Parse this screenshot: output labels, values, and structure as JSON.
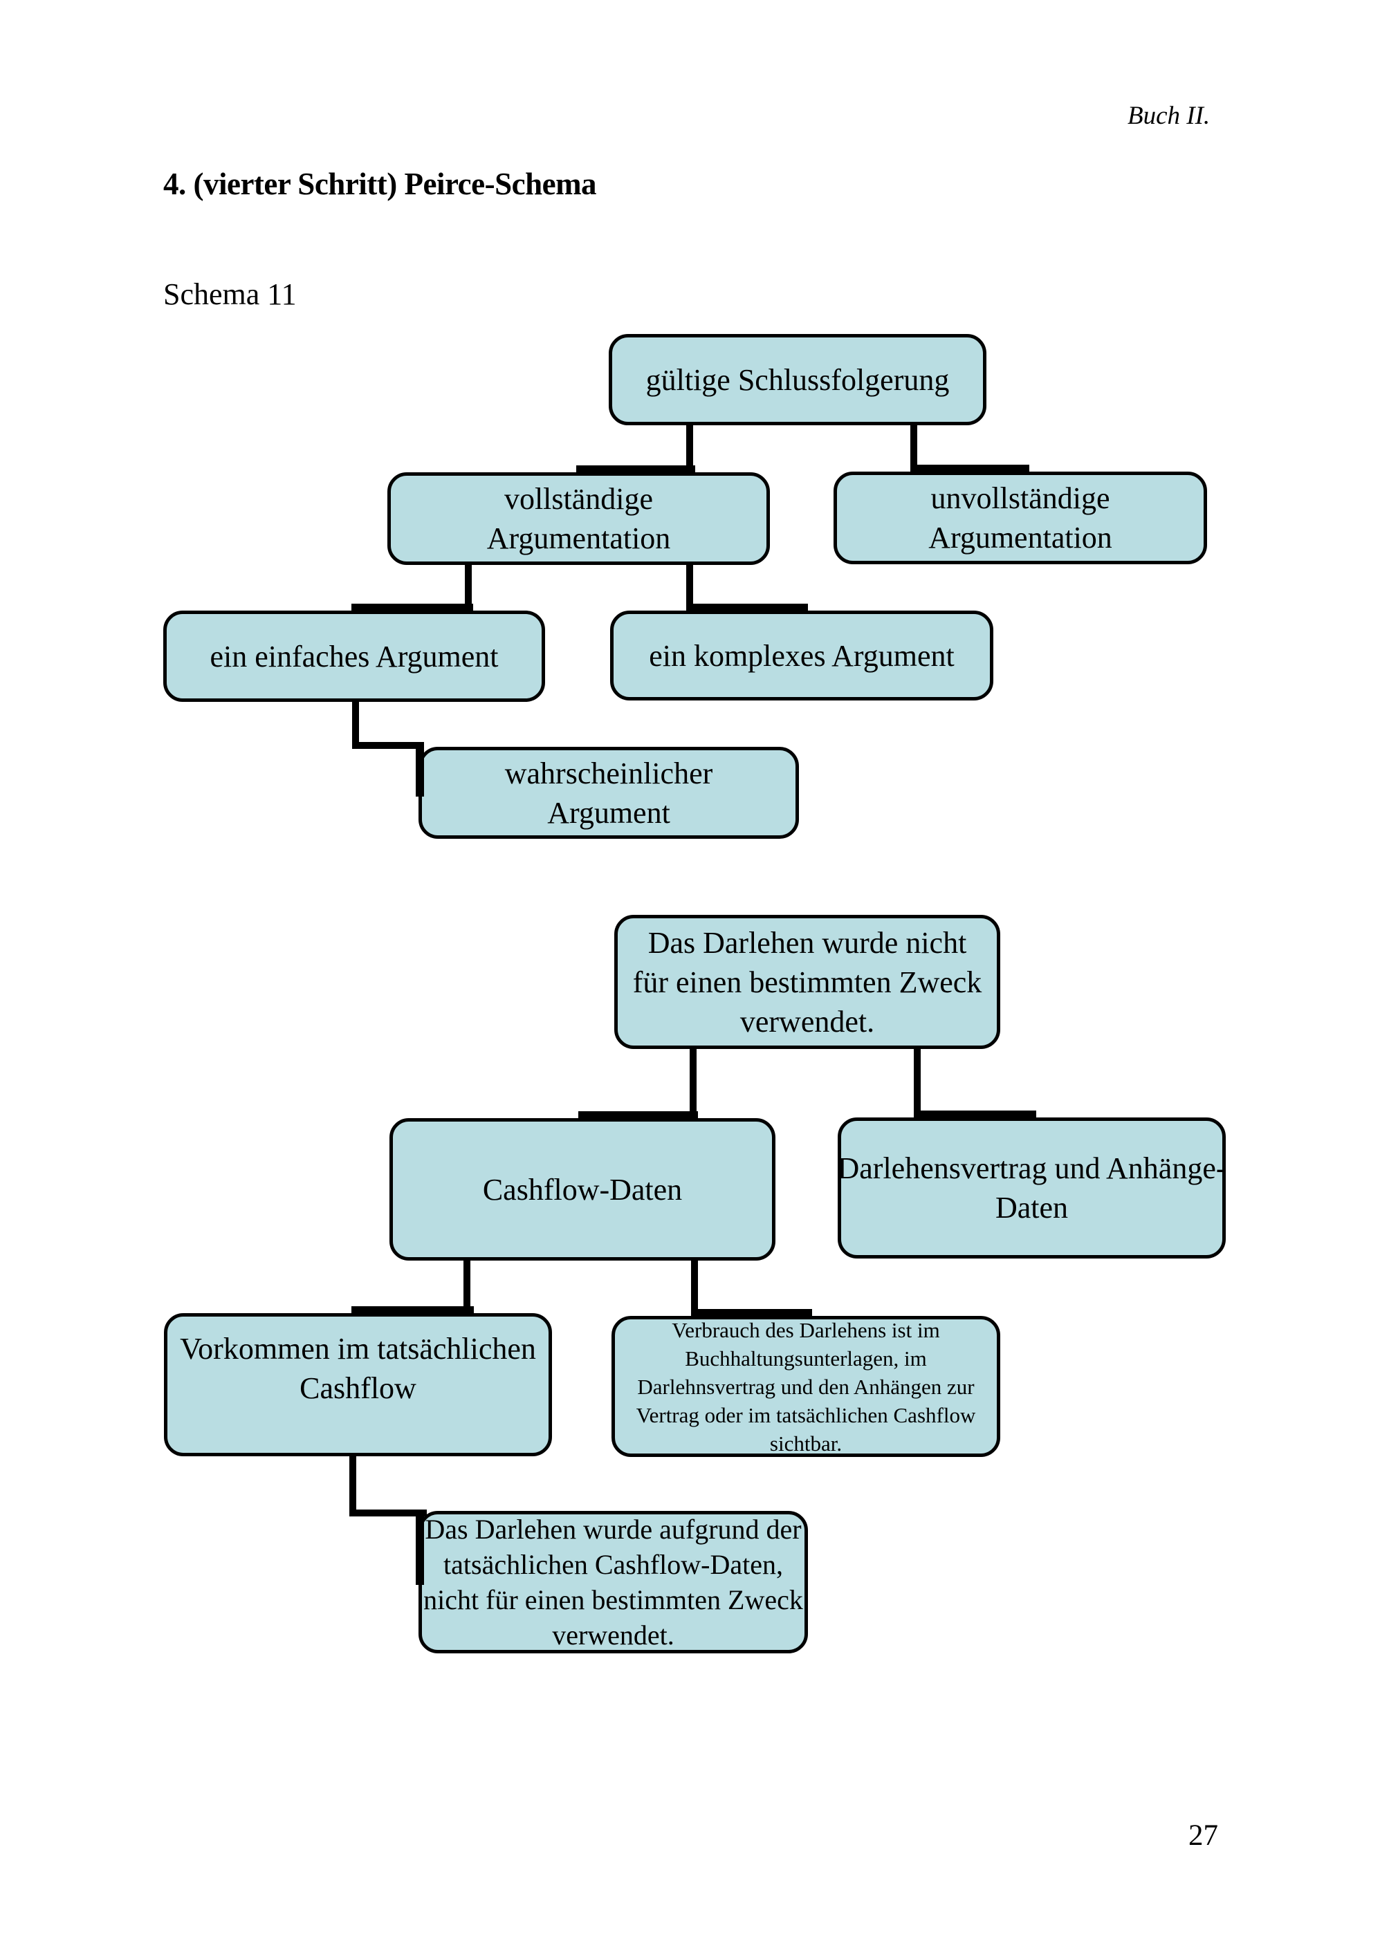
{
  "page": {
    "running_header": "Buch II.",
    "heading": "4. (vierter Schritt) Peirce-Schema",
    "schema_label": "Schema 11",
    "page_number": "27"
  },
  "colors": {
    "page_background": "#ffffff",
    "node_fill": "#b9dde2",
    "node_border": "#000000",
    "connector": "#000000",
    "text": "#000000"
  },
  "tree1": {
    "nodes": {
      "gueltige": {
        "lines": [
          "gültige Schlussfolgerung"
        ]
      },
      "vollstaendige": {
        "lines": [
          "vollständige",
          "Argumentation"
        ]
      },
      "unvollstaendige": {
        "lines": [
          "unvollständige",
          "Argumentation"
        ]
      },
      "einfaches": {
        "lines": [
          "ein einfaches Argument"
        ]
      },
      "komplexes": {
        "lines": [
          "ein komplexes Argument"
        ]
      },
      "wahrscheinlicher": {
        "lines": [
          "wahrscheinlicher",
          "Argument"
        ]
      }
    },
    "edges": [
      [
        "gueltige",
        "vollstaendige"
      ],
      [
        "gueltige",
        "unvollstaendige"
      ],
      [
        "vollstaendige",
        "einfaches"
      ],
      [
        "vollstaendige",
        "komplexes"
      ],
      [
        "einfaches",
        "wahrscheinlicher"
      ]
    ]
  },
  "tree2": {
    "nodes": {
      "darlehen_nicht": {
        "lines": [
          "Das Darlehen wurde nicht",
          "für einen bestimmten Zweck",
          "verwendet."
        ]
      },
      "cashflow_daten": {
        "lines": [
          "Cashflow-Daten"
        ]
      },
      "darlehensvertrag": {
        "lines": [
          "Darlehensvertrag und Anhänge-",
          "Daten"
        ]
      },
      "vorkommen": {
        "lines": [
          "Vorkommen im tatsächlichen",
          "Cashflow"
        ]
      },
      "verbrauch": {
        "lines": [
          "Verbrauch des Darlehens ist im",
          "Buchhaltungsunterlagen, im",
          "Darlehnsvertrag und den Anhängen zur",
          "Vertrag oder im tatsächlichen Cashflow",
          "sichtbar."
        ]
      },
      "aufgrund": {
        "lines": [
          "Das Darlehen wurde aufgrund der",
          "tatsächlichen Cashflow-Daten,",
          "nicht für einen bestimmten Zweck",
          "verwendet."
        ]
      }
    },
    "edges": [
      [
        "darlehen_nicht",
        "cashflow_daten"
      ],
      [
        "darlehen_nicht",
        "darlehensvertrag"
      ],
      [
        "cashflow_daten",
        "vorkommen"
      ],
      [
        "cashflow_daten",
        "verbrauch"
      ],
      [
        "vorkommen",
        "aufgrund"
      ]
    ]
  }
}
